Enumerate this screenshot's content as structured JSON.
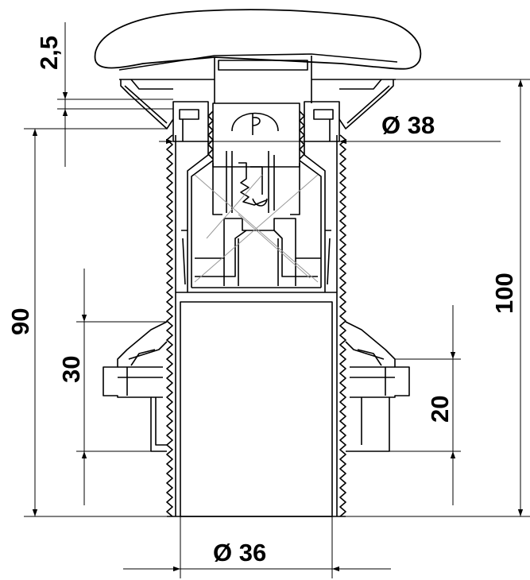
{
  "dimensions": {
    "cap_gap": "2,5",
    "thread_diameter": "Ø 38",
    "total_height": "100",
    "body_height": "90",
    "nut_height_left": "30",
    "nut_height_right": "20",
    "tube_diameter": "Ø 36"
  },
  "colors": {
    "line": "#000000",
    "hidden": "#9a9a9a",
    "background": "#ffffff"
  }
}
